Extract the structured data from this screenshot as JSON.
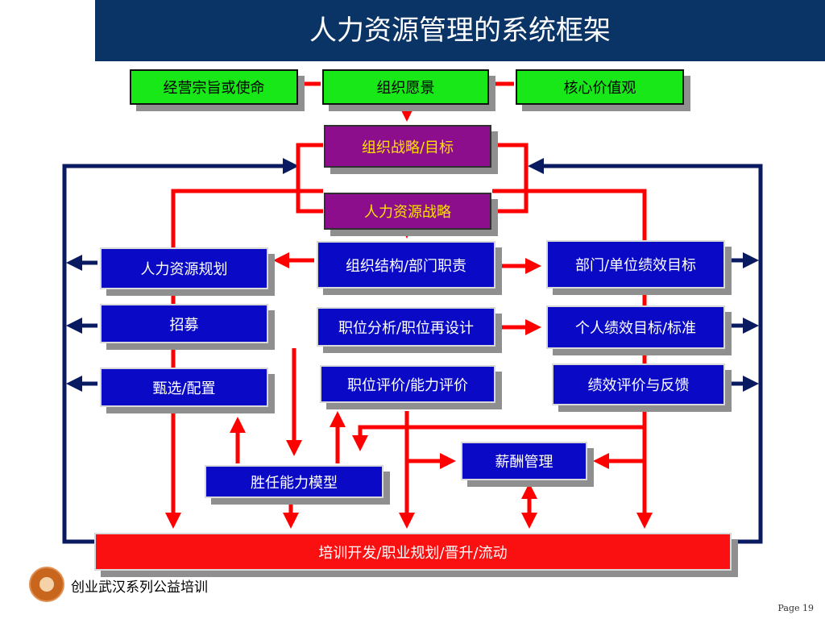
{
  "title": "人力资源管理的系统框架",
  "boxes": {
    "mission": "经营宗旨或使命",
    "vision": "组织愿景",
    "values": "核心价值观",
    "strategy": "组织战略/目标",
    "hr_strategy": "人力资源战略",
    "hr_planning": "人力资源规划",
    "org_structure": "组织结构/部门职责",
    "dept_perf": "部门/单位绩效目标",
    "recruit": "招募",
    "job_analysis": "职位分析/职位再设计",
    "personal_perf": "个人绩效目标/标准",
    "selection": "甄选/配置",
    "job_eval": "职位评价/能力评价",
    "perf_review": "绩效评价与反馈",
    "compensation": "薪酬管理",
    "competency": "胜任能力模型",
    "training": "培训开发/职业规划/晋升/流动"
  },
  "footer": {
    "org_name": "创业武汉系列公益培训",
    "page_label": "Page 19"
  },
  "colors": {
    "header": "#0a3466",
    "green_box": "#18e818",
    "purple_box": "#8c0e8c",
    "blue_box": "#0a0ac6",
    "red_box": "#fa1010",
    "connector_red": "#ff0000",
    "connector_navy": "#0a1a60"
  }
}
